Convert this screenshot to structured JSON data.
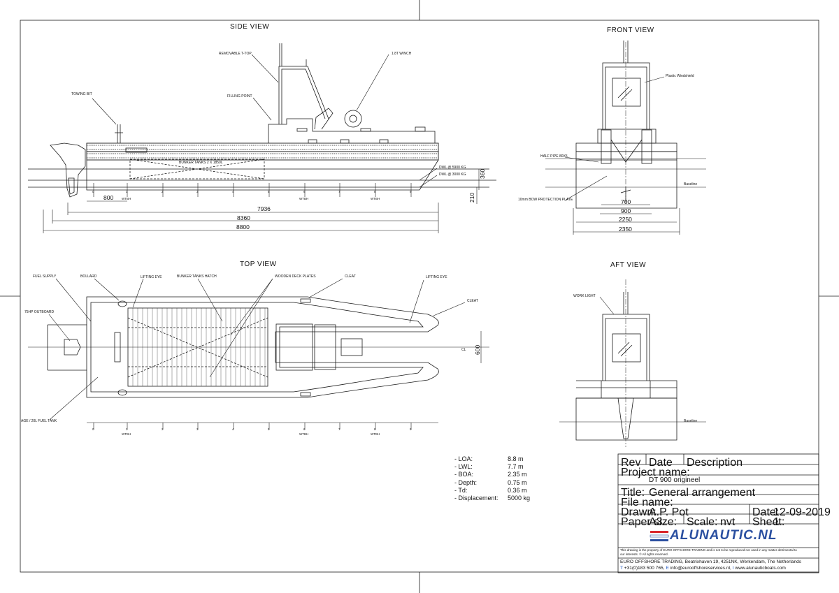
{
  "views": {
    "side": "SIDE VIEW",
    "front": "FRONT VIEW",
    "top": "TOP VIEW",
    "aft": "AFT VIEW"
  },
  "side_labels": {
    "towing_bit": "TOWING BIT",
    "removable_top": "REMOVABLE T-TOP",
    "filling_point": "FILLING POINT",
    "winch": "1.8T WINCH",
    "bunker_tanks": "BUNKER TANKS 2 X 1850L",
    "dwl_5900": "DWL @ 5900 KG",
    "dwl_3000": "DWL @ 3000 KG",
    "wtbh": "WTBH",
    "frames": [
      "0",
      "1",
      "2",
      "3",
      "4",
      "5",
      "6",
      "7",
      "8",
      "9"
    ]
  },
  "side_dims": {
    "d800": "800",
    "d7936": "7936",
    "d8360": "8360",
    "d8800": "8800",
    "d360": "360",
    "d210": "210"
  },
  "front_labels": {
    "windshield": "Plastic Windshield",
    "half_pipe": "HALF PIPE 80X5",
    "bow_plate": "10mm BOW PROTECTION PLATE",
    "baseline": "Baseline"
  },
  "front_dims": {
    "d700": "700",
    "d900": "900",
    "d2250": "2250",
    "d2350": "2350"
  },
  "top_labels": {
    "fuel_supply": "FUEL SUPPLY",
    "bollard": "BOLLARD",
    "lifting_eye": "LIFTING EYE",
    "bunker_hatch": "BUNKER TANKS HATCH",
    "deck_plates": "WOODEN DECK PLATES",
    "cleat": "CLEAT",
    "lifting_eye_2": "LIFTING EYE",
    "cleat_2": "CLEAT",
    "outboard": "75HP OUTBOARD",
    "fuel_tank": "AGE / 20L FUEL TANK",
    "cl": "CL",
    "d600": "600"
  },
  "aft_labels": {
    "work_light": "WORK LIGHT",
    "baseline": "Baseline"
  },
  "specs": [
    {
      "k": "- LOA:",
      "v": "8.8 m"
    },
    {
      "k": "- LWL:",
      "v": "7.7 m"
    },
    {
      "k": "- BOA:",
      "v": "2.35 m"
    },
    {
      "k": "- Depth:",
      "v": "0.75 m"
    },
    {
      "k": "- Td:",
      "v": "0.36 m"
    },
    {
      "k": "- Displacement:",
      "v": "5000 kg"
    }
  ],
  "title_block": {
    "rev": "Rev",
    "date_h": "Date",
    "description": "Description",
    "project_name_label": "Project name:",
    "project_name": "DT 900 origineel",
    "title_label": "Title:",
    "title": "General arrangement",
    "file_label": "File name:",
    "drawn_label": "Drawn:",
    "drawn": "A.P. Pot",
    "date_label": "Date:",
    "date": "12-09-2019",
    "paper_label": "Paper size:",
    "paper": "A3",
    "scale_label": "Scale:",
    "scale": "nvt",
    "sheet_label": "Sheet:",
    "sheet": "1",
    "logo": "ALUNAUTIC.NL",
    "disclaimer_1": "This drawing is the property of EURO OFFSHORE TRADING and is not to be reproduced nor used in any matter detrimental to",
    "disclaimer_2": "our interests. © All rights reserved.",
    "company": "EURO OFFSHORE TRADING, Beatrixhaven 19, 4251NK, Werkendam, The Netherlands",
    "contact_t": "T",
    "contact_phone": "+31(0)183 500 765,",
    "contact_e": "E",
    "contact_email": "info@eurooffshoreservices.nl,",
    "contact_i": "I",
    "contact_web": "www.alunauticboats.com"
  },
  "colors": {
    "line": "#1a1a1a",
    "logo_red": "#d9262c",
    "logo_blue": "#2a4fa0",
    "accent_blue": "#1f57c3"
  }
}
